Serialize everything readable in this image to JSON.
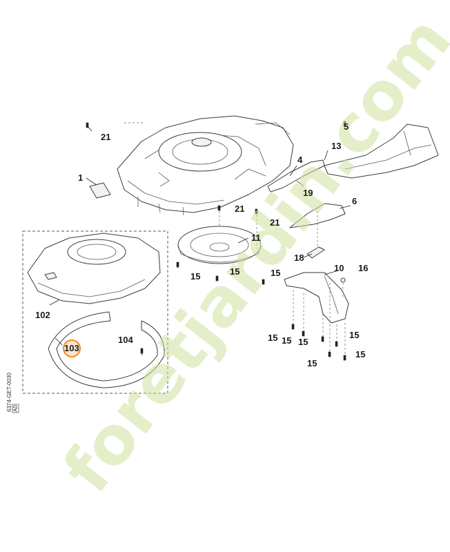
{
  "drawing_code": "6374-GET-0030",
  "drawing_revision": "A0",
  "watermark": "foretjardin.com",
  "highlight_color": "#f08a24",
  "callouts": [
    {
      "id": "c21a",
      "text": "21"
    },
    {
      "id": "c5",
      "text": "5"
    },
    {
      "id": "c13",
      "text": "13"
    },
    {
      "id": "c4",
      "text": "4"
    },
    {
      "id": "c1",
      "text": "1"
    },
    {
      "id": "c19",
      "text": "19"
    },
    {
      "id": "c6",
      "text": "6"
    },
    {
      "id": "c21b",
      "text": "21"
    },
    {
      "id": "c21c",
      "text": "21"
    },
    {
      "id": "c11",
      "text": "11"
    },
    {
      "id": "c18",
      "text": "18"
    },
    {
      "id": "c15a",
      "text": "15"
    },
    {
      "id": "c15b",
      "text": "15"
    },
    {
      "id": "c15c",
      "text": "15"
    },
    {
      "id": "c10",
      "text": "10"
    },
    {
      "id": "c16",
      "text": "16"
    },
    {
      "id": "c102",
      "text": "102"
    },
    {
      "id": "c103",
      "text": "103"
    },
    {
      "id": "c104",
      "text": "104"
    },
    {
      "id": "c15d",
      "text": "15"
    },
    {
      "id": "c15e",
      "text": "15"
    },
    {
      "id": "c15f",
      "text": "15"
    },
    {
      "id": "c15g",
      "text": "15"
    },
    {
      "id": "c15h",
      "text": "15"
    },
    {
      "id": "c15i",
      "text": "15"
    }
  ]
}
